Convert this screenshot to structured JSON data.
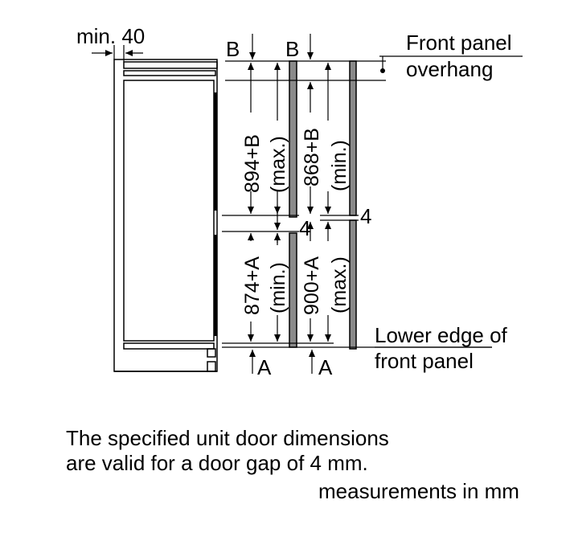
{
  "labels": {
    "min_gap": "min. 40",
    "b_left": "B",
    "b_right": "B",
    "upper_max": "894+B",
    "upper_max_note": "(max.)",
    "upper_min": "868+B",
    "upper_min_note": "(min.)",
    "gap_right": "4",
    "gap_center": "4",
    "lower_min": "874+A",
    "lower_min_note": "(min.)",
    "lower_max": "900+A",
    "lower_max_note": "(max.)",
    "a_left": "A",
    "a_right": "A",
    "front_panel_line1": "Front panel",
    "front_panel_line2": "overhang",
    "lower_edge_line1": "Lower edge of",
    "lower_edge_line2": "front panel"
  },
  "notes": {
    "line1": "The specified unit door dimensions",
    "line2": "are valid for a door gap of 4 mm.",
    "units": "measurements in mm"
  }
}
